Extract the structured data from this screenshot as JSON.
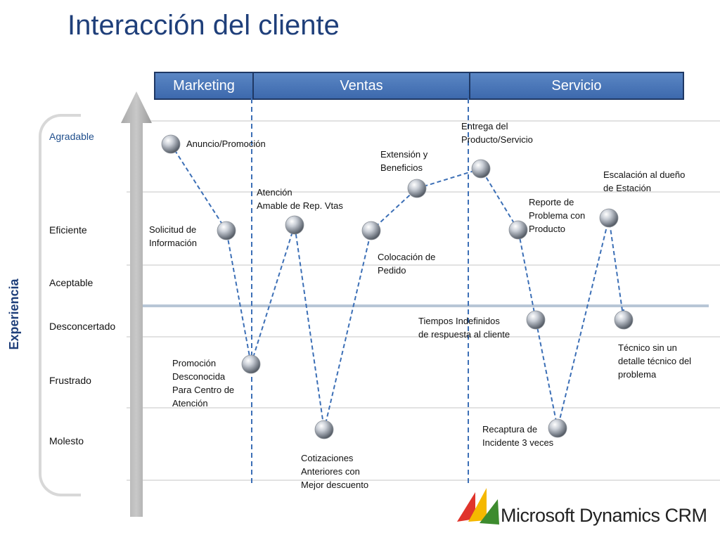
{
  "title": "Interacción del cliente",
  "phases": [
    "Marketing",
    "Ventas",
    "Servicio"
  ],
  "axis_label": "Experiencia",
  "levels": [
    "Agradable",
    "Eficiente",
    "Aceptable",
    "Desconcertado",
    "Frustrado",
    "Molesto"
  ],
  "points": [
    {
      "id": "p1",
      "label": "Anuncio/Promoción",
      "level": "Agradable"
    },
    {
      "id": "p2",
      "label": "Solicitud de\nInformación",
      "level": "Eficiente"
    },
    {
      "id": "p3",
      "label": "Promoción\nDesconocida\nPara Centro de\nAtención",
      "level": "Frustrado"
    },
    {
      "id": "p4",
      "label": "Atención\nAmable de Rep. Vtas",
      "level": "Eficiente"
    },
    {
      "id": "p5",
      "label": "Cotizaciones\nAnteriores con\nMejor descuento",
      "level": "Molesto"
    },
    {
      "id": "p6",
      "label": "Colocación de\nPedido",
      "level": "Eficiente"
    },
    {
      "id": "p7",
      "label": "Extensión y\nBeneficios",
      "level": "Agradable"
    },
    {
      "id": "p8",
      "label": "Entrega del\nProducto/Servicio",
      "level": "Agradable"
    },
    {
      "id": "p9",
      "label": "Reporte de\nProblema con\nProducto",
      "level": "Eficiente"
    },
    {
      "id": "p10",
      "label": "Tiempos Indefinidos\nde respuesta al cliente",
      "level": "Desconcertado"
    },
    {
      "id": "p11",
      "label": "Recaptura de\nIncidente 3 veces",
      "level": "Molesto"
    },
    {
      "id": "p12",
      "label": "Escalación al dueño\nde Estación",
      "level": "Eficiente"
    },
    {
      "id": "p13",
      "label": "Técnico sin un\ndetalle técnico del\nproblema",
      "level": "Desconcertado"
    }
  ],
  "logo_text": "Microsoft Dynamics CRM",
  "colors": {
    "title": "#1f3f7a",
    "phase_bar": "#4a76b8",
    "connector": "#3c6fb6"
  }
}
